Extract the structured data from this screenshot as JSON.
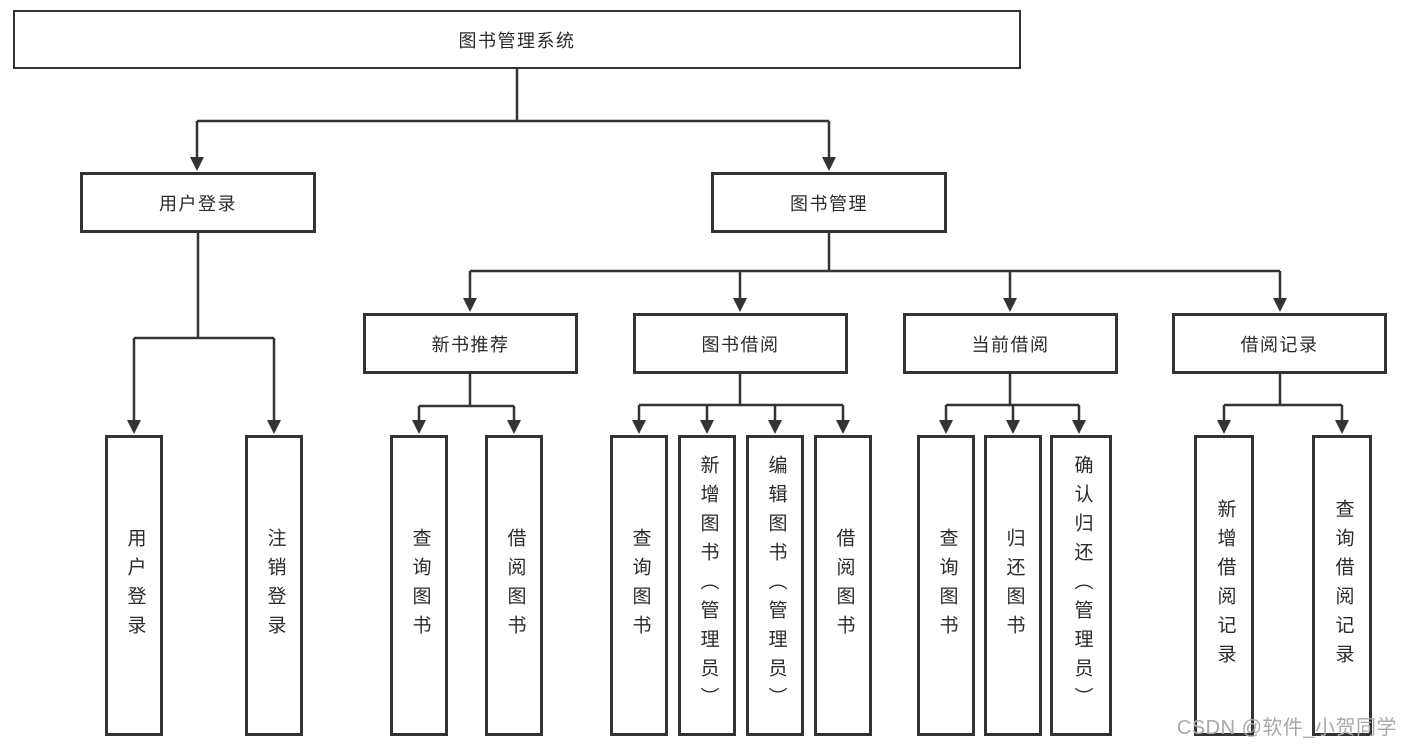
{
  "colors": {
    "line": "#333333",
    "box_border": "#333333",
    "box_background": "#ffffff",
    "text": "#2b2b2b",
    "watermark": "#a9a9a9",
    "background": "#ffffff"
  },
  "nodes": {
    "root": {
      "label": "图书管理系统"
    },
    "branches": [
      {
        "label": "用户登录",
        "children": [
          {
            "label": "用户登录"
          },
          {
            "label": "注销登录"
          }
        ]
      },
      {
        "label": "图书管理",
        "children": [
          {
            "label": "新书推荐",
            "children": [
              {
                "label": "查询图书"
              },
              {
                "label": "借阅图书"
              }
            ]
          },
          {
            "label": "图书借阅",
            "children": [
              {
                "label": "查询图书"
              },
              {
                "label": "新增图书（管理员）"
              },
              {
                "label": "编辑图书（管理员）"
              },
              {
                "label": "借阅图书"
              }
            ]
          },
          {
            "label": "当前借阅",
            "children": [
              {
                "label": "查询图书"
              },
              {
                "label": "归还图书"
              },
              {
                "label": "确认归还（管理员）"
              }
            ]
          },
          {
            "label": "借阅记录",
            "children": [
              {
                "label": "新增借阅记录"
              },
              {
                "label": "查询借阅记录"
              }
            ]
          }
        ]
      }
    ]
  },
  "watermark": {
    "text": "CSDN @软件_小贺同学"
  }
}
